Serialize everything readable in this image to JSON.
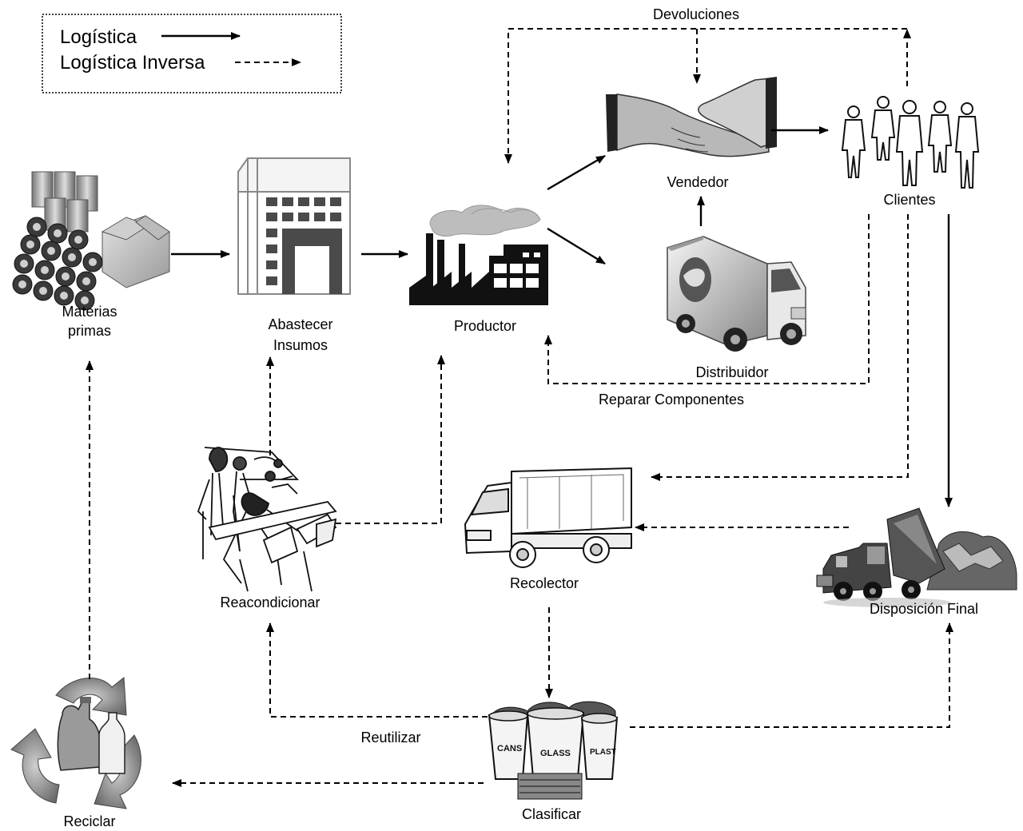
{
  "legend": {
    "solid_label": "Logística",
    "dashed_label": "Logística Inversa"
  },
  "nodes": {
    "materias_primas": [
      "Materias",
      "primas"
    ],
    "abastecer_insumos": [
      "Abastecer",
      "Insumos"
    ],
    "productor": "Productor",
    "vendedor": "Vendedor",
    "clientes": "Clientes",
    "distribuidor": "Distribuidor",
    "recolector": "Recolector",
    "disposicion_final": "Disposición Final",
    "reacondicionar": "Reacondicionar",
    "clasificar": "Clasificar",
    "reciclar": "Reciclar"
  },
  "edge_labels": {
    "devoluciones": "Devoluciones",
    "reparar_componentes": "Reparar Componentes",
    "reutilizar": "Reutilizar"
  },
  "bin_labels": [
    "CANS",
    "GLASS",
    "PLAST"
  ],
  "icons": [
    "raw-materials-icon",
    "building-icon",
    "factory-icon",
    "handshake-icon",
    "customers-icon",
    "delivery-truck-icon",
    "collector-truck-icon",
    "dump-truck-icon",
    "workers-icon",
    "recycling-bins-icon",
    "recycle-symbol-icon"
  ]
}
